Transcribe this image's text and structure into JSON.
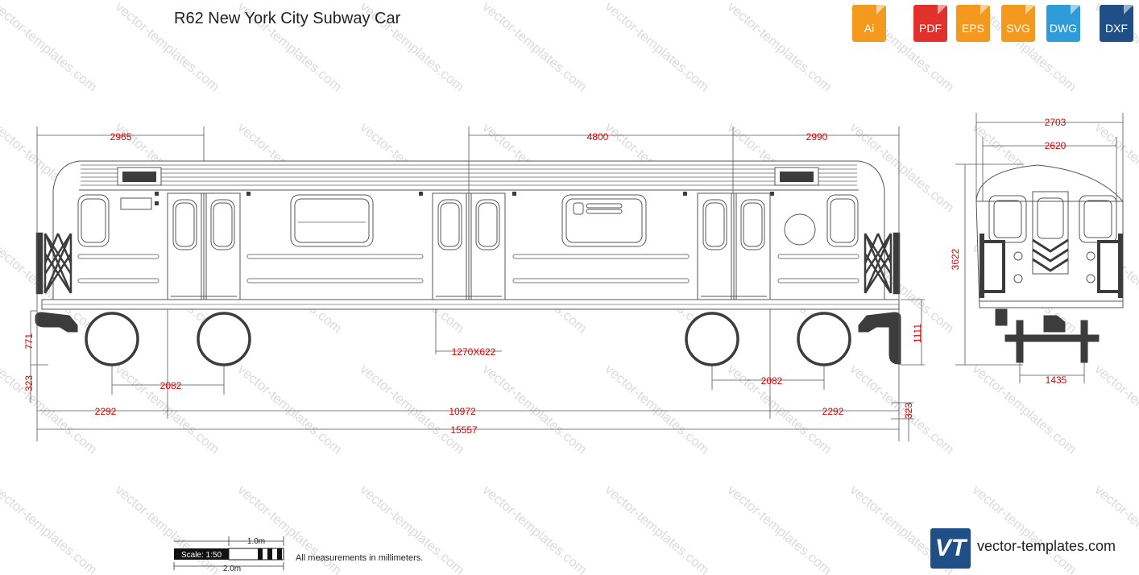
{
  "title": "R62 New York City Subway Car",
  "formats": [
    {
      "label": "Ai",
      "color": "#f39a1e"
    },
    {
      "label": "PDF",
      "color": "#e0312c"
    },
    {
      "label": "EPS",
      "color": "#f39a1e"
    },
    {
      "label": "SVG",
      "color": "#f39a1e"
    },
    {
      "label": "DWG",
      "color": "#2f9bd8"
    },
    {
      "label": "DXF",
      "color": "#1f4f86"
    }
  ],
  "dimensions": {
    "d2965": "2965",
    "d4800": "4800",
    "d2990": "2990",
    "d2703": "2703",
    "d2620": "2620",
    "d3622": "3622",
    "d771": "771",
    "d323a": "323",
    "d323b": "323",
    "d1111": "1111",
    "d1270": "1270X622",
    "d2082a": "2082",
    "d2082b": "2082",
    "d2292a": "2292",
    "d10972": "10972",
    "d2292b": "2292",
    "d15557": "15557",
    "d1435": "1435"
  },
  "scale": {
    "top_label": "1.0m",
    "bar_label": "Scale: 1:50",
    "bottom_label": "2.0m"
  },
  "note": "All measurements in millimeters.",
  "logo": {
    "mark": "VT",
    "text": "vector-templates.com"
  },
  "watermark": "vector-templates.com",
  "colors": {
    "dimension": "#e00000",
    "outline": "#555555",
    "dark": "#3c3c3c"
  }
}
